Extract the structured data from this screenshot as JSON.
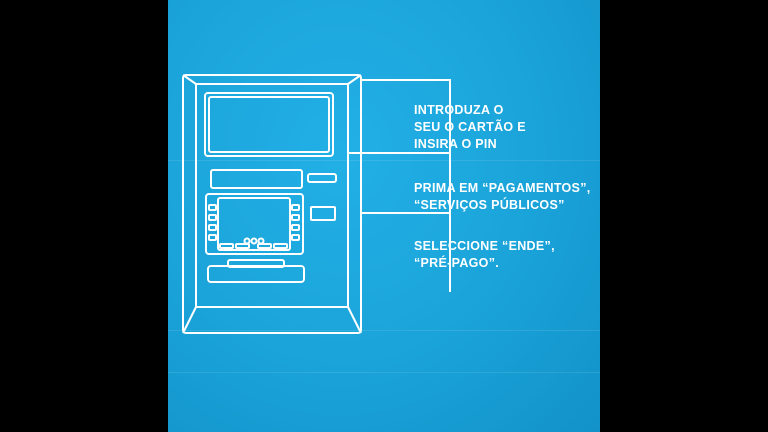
{
  "steps": [
    {
      "text": "INTRODUZA O\nSEU O CARTÃO E\nINSIRA O PIN"
    },
    {
      "text": "PRIMA EM “PAGAMENTOS”,\n“SERVIÇOS PÚBLICOS”"
    },
    {
      "text": "SELECCIONE “ENDE”,\n“PRÉ-PAGO”."
    }
  ],
  "colors": {
    "background": "#1aa3d9",
    "line": "#ffffff",
    "letterbox": "#000000"
  },
  "icons": [
    "atm-illustration",
    "connector-lines"
  ]
}
